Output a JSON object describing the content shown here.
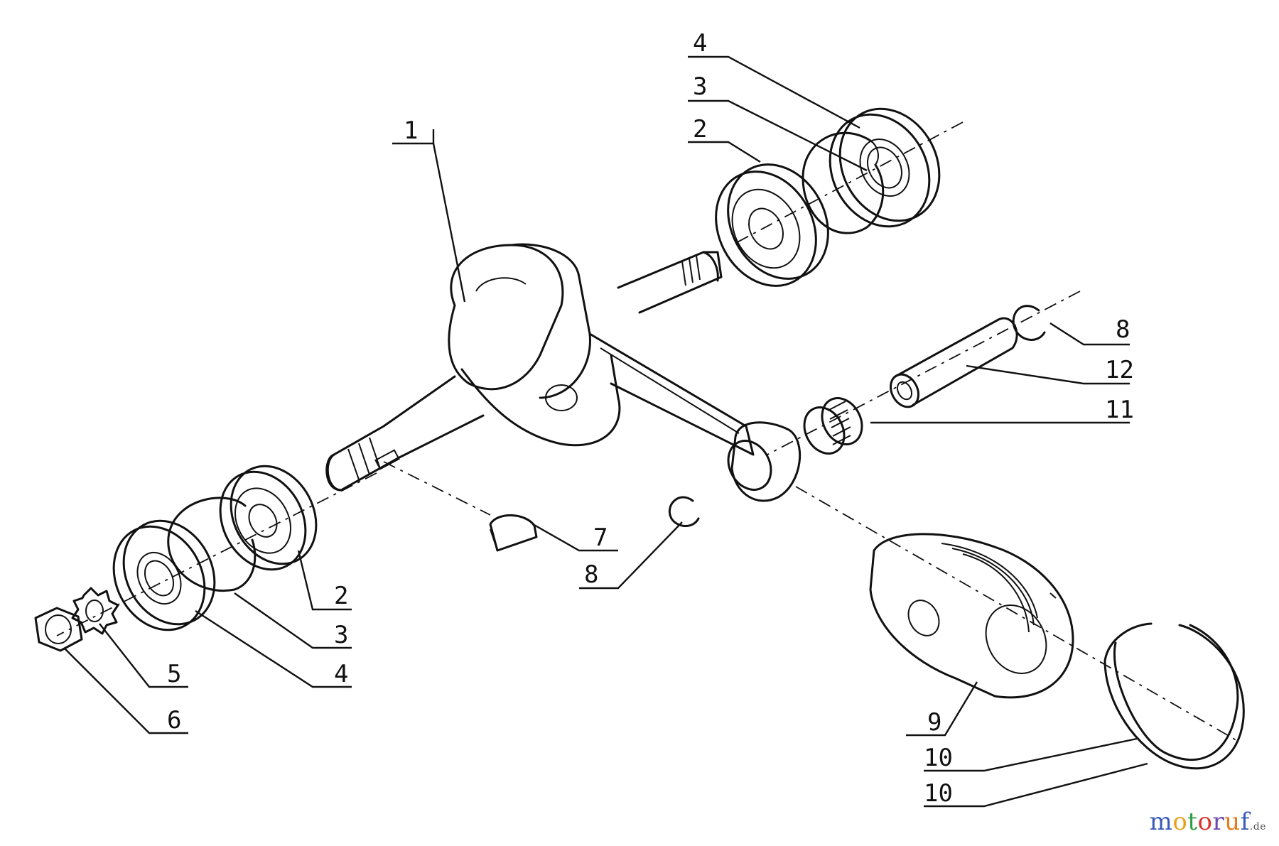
{
  "diagram": {
    "type": "exploded parts drawing",
    "callouts": [
      {
        "id": "c1",
        "text": "1"
      },
      {
        "id": "c4_top",
        "text": "4"
      },
      {
        "id": "c3_top",
        "text": "3"
      },
      {
        "id": "c2_top",
        "text": "2"
      },
      {
        "id": "c8_right",
        "text": "8"
      },
      {
        "id": "c12",
        "text": "12"
      },
      {
        "id": "c11",
        "text": "11"
      },
      {
        "id": "c7",
        "text": "7"
      },
      {
        "id": "c8_mid",
        "text": "8"
      },
      {
        "id": "c2_left",
        "text": "2"
      },
      {
        "id": "c3_left",
        "text": "3"
      },
      {
        "id": "c4_left",
        "text": "4"
      },
      {
        "id": "c5",
        "text": "5"
      },
      {
        "id": "c6",
        "text": "6"
      },
      {
        "id": "c9",
        "text": "9"
      },
      {
        "id": "c10_a",
        "text": "10"
      },
      {
        "id": "c10_b",
        "text": "10"
      }
    ]
  },
  "watermark": {
    "letters": [
      "m",
      "o",
      "t",
      "o",
      "r",
      "u",
      "f"
    ],
    "colors": [
      "#3a5bb8",
      "#e8a21a",
      "#2f9e44",
      "#d8342c",
      "#6b4bb0",
      "#e87a1a",
      "#3a5bb8"
    ],
    "suffix": ".de"
  }
}
